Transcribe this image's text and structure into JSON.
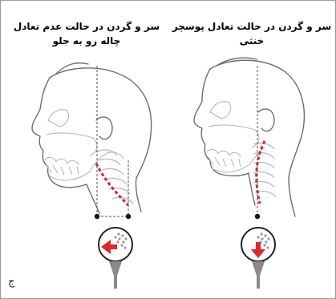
{
  "figure": {
    "left_panel": {
      "caption": "سر و گردن در حالت عدم تعادل چاله رو به جلو"
    },
    "right_panel": {
      "caption": "سر و گردن در حالت تعادل پوسچر خنثی"
    },
    "panel_letter": "ج"
  },
  "colors": {
    "spine_line": "#d7242a",
    "arrow": "#e0262b",
    "outline": "#6d6d6d",
    "bone": "#b8b8b8",
    "golf_ball_dimples": "#9c9c9c",
    "tee": "#8a8a8a"
  },
  "icons": [
    "left-arrow-icon",
    "down-arrow-icon",
    "golf-ball-on-tee-icon"
  ]
}
